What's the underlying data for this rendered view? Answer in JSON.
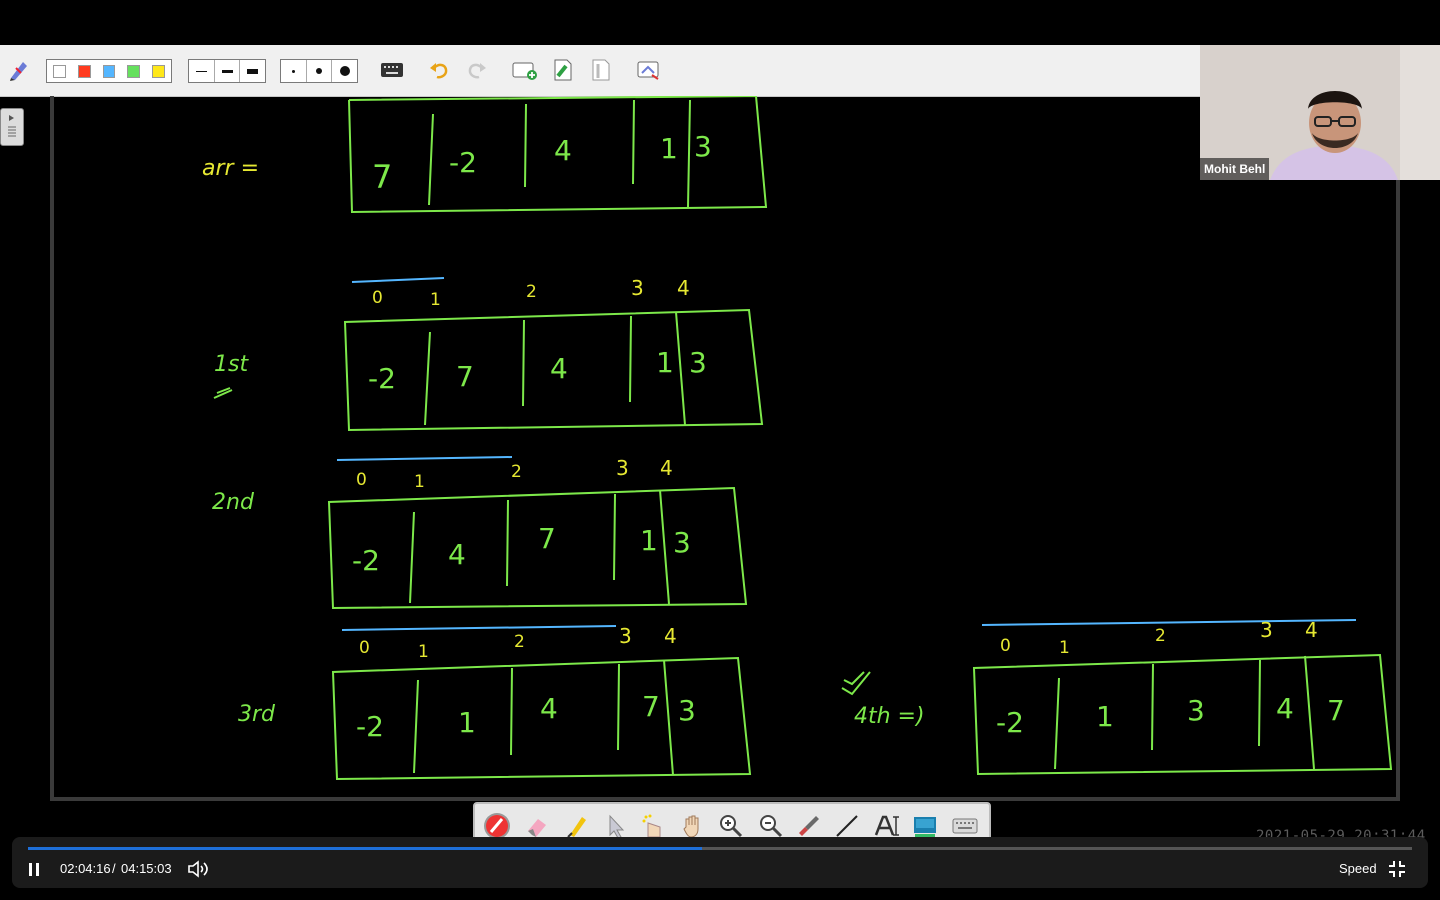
{
  "presenter": {
    "name": "Mohit Behl"
  },
  "toolbar": {
    "colors": [
      "#ffffff",
      "#ff3b1f",
      "#54b6ff",
      "#66e05e",
      "#ffe81a"
    ],
    "line_widths": [
      "thin",
      "medium",
      "thick"
    ],
    "dot_sizes": [
      "small",
      "medium",
      "large"
    ]
  },
  "whiteboard": {
    "arr_label": "arr =",
    "arr_values": [
      "7",
      "-2",
      "4",
      "1",
      "3"
    ],
    "rows": [
      {
        "label": "1st",
        "indices": [
          "0",
          "1",
          "2",
          "3",
          "4"
        ],
        "values": [
          "-2",
          "7",
          "4",
          "1",
          "3"
        ]
      },
      {
        "label": "2nd",
        "indices": [
          "0",
          "1",
          "2",
          "3",
          "4"
        ],
        "values": [
          "-2",
          "4",
          "7",
          "1",
          "3"
        ]
      },
      {
        "label": "3rd",
        "indices": [
          "0",
          "1",
          "2",
          "3",
          "4"
        ],
        "values": [
          "-2",
          "1",
          "4",
          "7",
          "3"
        ]
      },
      {
        "label": "4th =)",
        "indices": [
          "0",
          "1",
          "2",
          "3",
          "4"
        ],
        "values": [
          "-2",
          "1",
          "3",
          "4",
          "7"
        ]
      }
    ]
  },
  "player": {
    "current_time": "02:04:16",
    "separator": "/",
    "total_time": "04:15:03",
    "progress": 0.487,
    "speed_label": "Speed",
    "recorded_at": "2021-05-29  20:31:44"
  }
}
